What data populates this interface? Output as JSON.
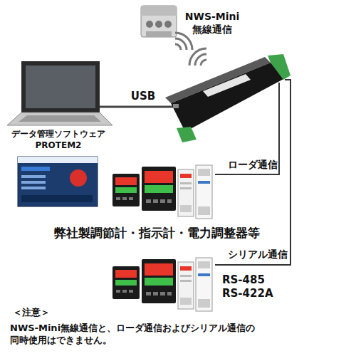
{
  "diagram": {
    "labels": [
      "NWS-Mini 無線通信",
      "USB",
      "データ管理ソフトウェア PROTEM2",
      "ローダ通信",
      "弊社製調節計・指示計・電力調整器等",
      "シリアル通信",
      "RS-485 RS-422A",
      "＜注意＞",
      "NWS-Mini無線通信と、ローダ通信およびシリアル通信の 同時使用はできません。"
    ]
  }
}
